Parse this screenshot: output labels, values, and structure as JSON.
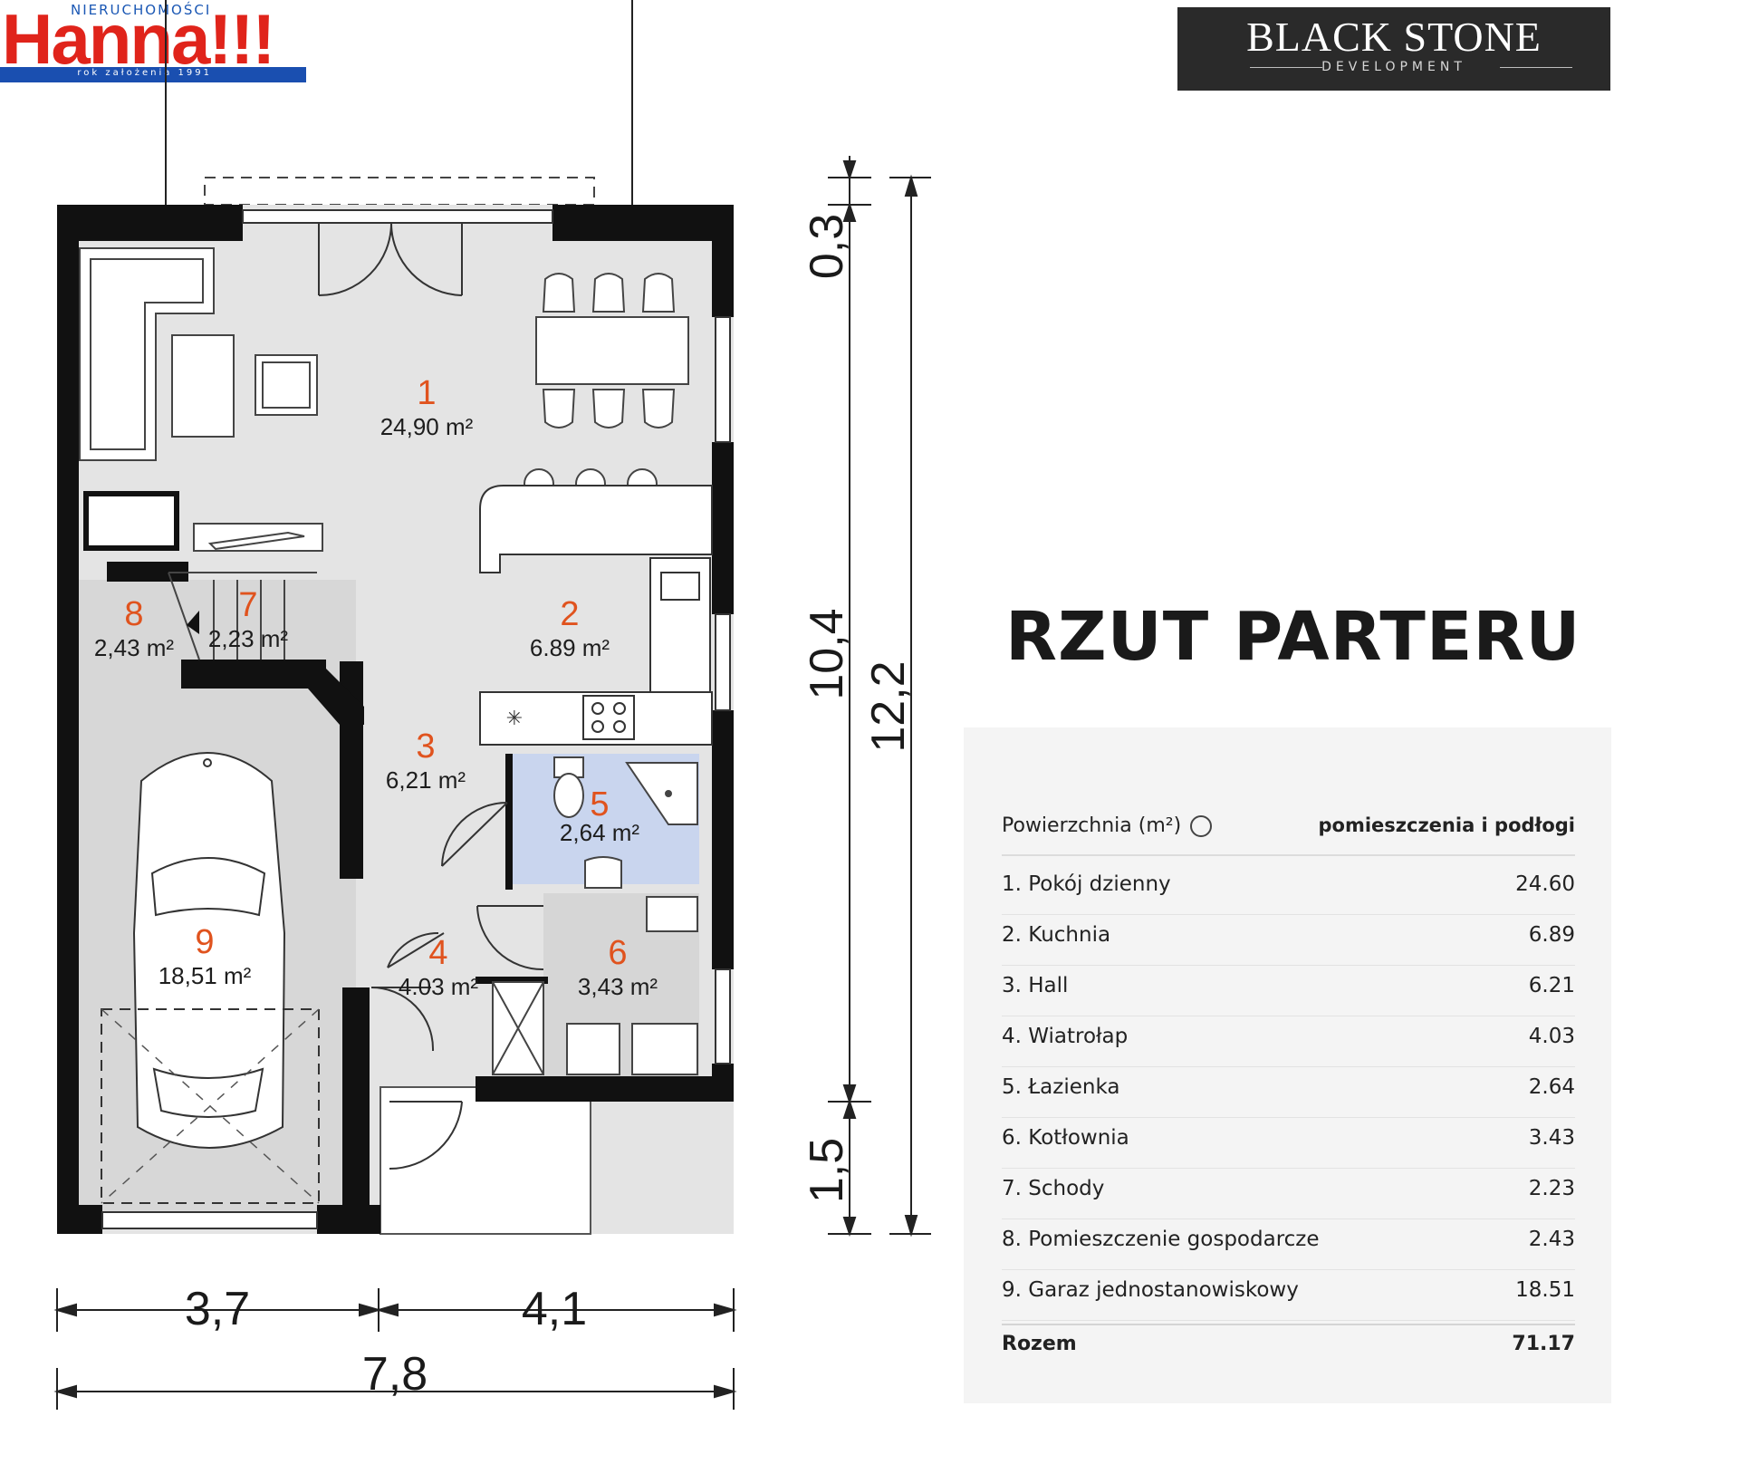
{
  "logos": {
    "hanna": {
      "top_text": "NIERUCHOMOŚCI",
      "name": "Hanna!!!",
      "tagline": "rok założenia 1991"
    },
    "developer": {
      "name": "BLACK STONE",
      "subtitle": "DEVELOPMENT"
    }
  },
  "title": "RZUT PARTERU",
  "rooms": [
    {
      "number": "1",
      "area": "24,90 m²"
    },
    {
      "number": "2",
      "area": "6.89 m²"
    },
    {
      "number": "3",
      "area": "6,21 m²"
    },
    {
      "number": "4",
      "area": "4.03 m²"
    },
    {
      "number": "5",
      "area": "2,64 m²"
    },
    {
      "number": "6",
      "area": "3,43 m²"
    },
    {
      "number": "7",
      "area": "2,23 m²"
    },
    {
      "number": "8",
      "area": "2,43 m²"
    },
    {
      "number": "9",
      "area": "18,51 m²"
    }
  ],
  "dimensions": {
    "horizontal": [
      "3,7",
      "4,1",
      "7,8"
    ],
    "vertical": [
      "0,3",
      "10,4",
      "1,5",
      "12,2"
    ]
  },
  "area_table": {
    "header_left": "Powierzchnia (m²)",
    "header_right": "pomieszczenia i podłogi",
    "rows": [
      {
        "name": "1. Pokój dzienny",
        "value": "24.60"
      },
      {
        "name": "2. Kuchnia",
        "value": "6.89"
      },
      {
        "name": "3. Hall",
        "value": "6.21"
      },
      {
        "name": "4. Wiatrołap",
        "value": "4.03"
      },
      {
        "name": "5. Łazienka",
        "value": "2.64"
      },
      {
        "name": "6. Kotłownia",
        "value": "3.43"
      },
      {
        "name": "7. Schody",
        "value": "2.23"
      },
      {
        "name": "8. Pomieszczenie gospodarcze",
        "value": "2.43"
      },
      {
        "name": "9. Garaz jednostanowiskowy",
        "value": "18.51"
      }
    ],
    "total_label": "Rozem",
    "total_value": "71.17"
  },
  "colors": {
    "wall": "#111111",
    "floor": "#e4e4e4",
    "garage_floor": "#d7d7d7",
    "bathroom": "#c9d5ee",
    "room_number": "#e0531e"
  }
}
